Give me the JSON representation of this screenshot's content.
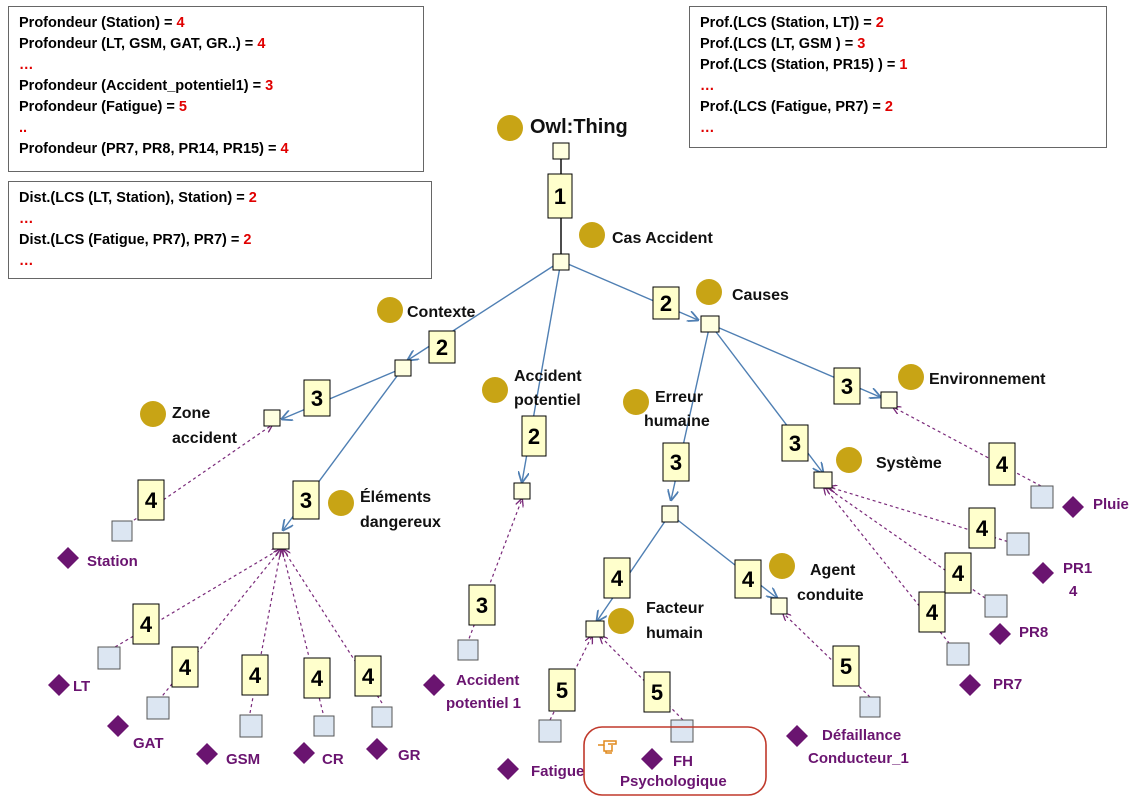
{
  "boxes": {
    "depth": [
      {
        "text": "Profondeur (Station)  = ",
        "value": "4"
      },
      {
        "text": "Profondeur (LT, GSM, GAT, GR..)  = ",
        "value": "4"
      },
      {
        "text": "",
        "value": "…"
      },
      {
        "text": "Profondeur (Accident_potentiel1)    = ",
        "value": "3"
      },
      {
        "text": "Profondeur (Fatigue) = ",
        "value": "5"
      },
      {
        "text": "",
        "value": ".."
      },
      {
        "text": "Profondeur (PR7, PR8, PR14, PR15) = ",
        "value": "4"
      }
    ],
    "distance": [
      {
        "text": "Dist.(LCS (LT, Station), Station)  = ",
        "value": "2"
      },
      {
        "text": "",
        "value": "…"
      },
      {
        "text": "Dist.(LCS (Fatigue, PR7), PR7)  = ",
        "value": "2"
      },
      {
        "text": "",
        "value": "…"
      }
    ],
    "prof_lcs": [
      {
        "text": "Prof.(LCS (Station, LT))  = ",
        "value": "2"
      },
      {
        "text": "Prof.(LCS (LT, GSM )   = ",
        "value": "3"
      },
      {
        "text": "Prof.(LCS (Station, PR15) )  = ",
        "value": "1"
      },
      {
        "text": "",
        "value": "…"
      },
      {
        "text": "Prof.(LCS  (Fatigue, PR7)  = ",
        "value": "2"
      },
      {
        "text": "",
        "value": "…"
      }
    ]
  },
  "classes": {
    "owl_thing": "Owl:Thing",
    "cas_accident": "Cas Accident",
    "contexte": "Contexte",
    "causes": "Causes",
    "zone_accident": [
      "Zone",
      "accident"
    ],
    "accident_potentiel": [
      "Accident",
      "potentiel"
    ],
    "erreur_humaine": [
      "Erreur",
      "humaine"
    ],
    "environnement": "Environnement",
    "elements_dangereux": [
      "Éléments",
      "dangereux"
    ],
    "systeme": "Système",
    "agent_conduite": [
      "Agent",
      "conduite"
    ],
    "facteur_humain": [
      "Facteur",
      "humain"
    ]
  },
  "instances": {
    "station": "Station",
    "lt": "LT",
    "gat": "GAT",
    "gsm": "GSM",
    "cr": "CR",
    "gr": "GR",
    "accident_potentiel_1": [
      "Accident",
      "potentiel 1"
    ],
    "fatigue": "Fatigue",
    "fh_psychologique": [
      "FH",
      "Psychologique"
    ],
    "defaillance": [
      "Défaillance",
      "Conducteur_1"
    ],
    "pr7": "PR7",
    "pr8": "PR8",
    "pr14": [
      "PR1",
      "4"
    ],
    "pluie": "Pluie"
  },
  "depth_labels": {
    "d1": "1",
    "d2_contexte": "2",
    "d2_causes": "2",
    "d2_potentiel": "2",
    "d3_zone": "3",
    "d3_elements": "3",
    "d3_erreur": "3",
    "d3_systeme": "3",
    "d3_env": "3",
    "d3_instance": "3",
    "d4_station": "4",
    "d4_lt": "4",
    "d4_gat": "4",
    "d4_gsm": "4",
    "d4_cr": "4",
    "d4_gr": "4",
    "d4_facteur": "4",
    "d4_agent": "4",
    "d4_pluie": "4",
    "d4_pr14": "4",
    "d4_pr8": "4",
    "d4_pr7": "4",
    "d5_fatigue": "5",
    "d5_fh": "5",
    "d5_def": "5"
  },
  "colors": {
    "class_dot": "#c8a415",
    "instance": "#6a1470",
    "edge": "#4f7fb3",
    "dotted_edge": "#7a2a7a",
    "depth_fill": "#ffffcc",
    "node_square": "#dce6f2",
    "highlight": "#c0392b"
  },
  "icons": {
    "hand": "pointing-hand-icon"
  }
}
